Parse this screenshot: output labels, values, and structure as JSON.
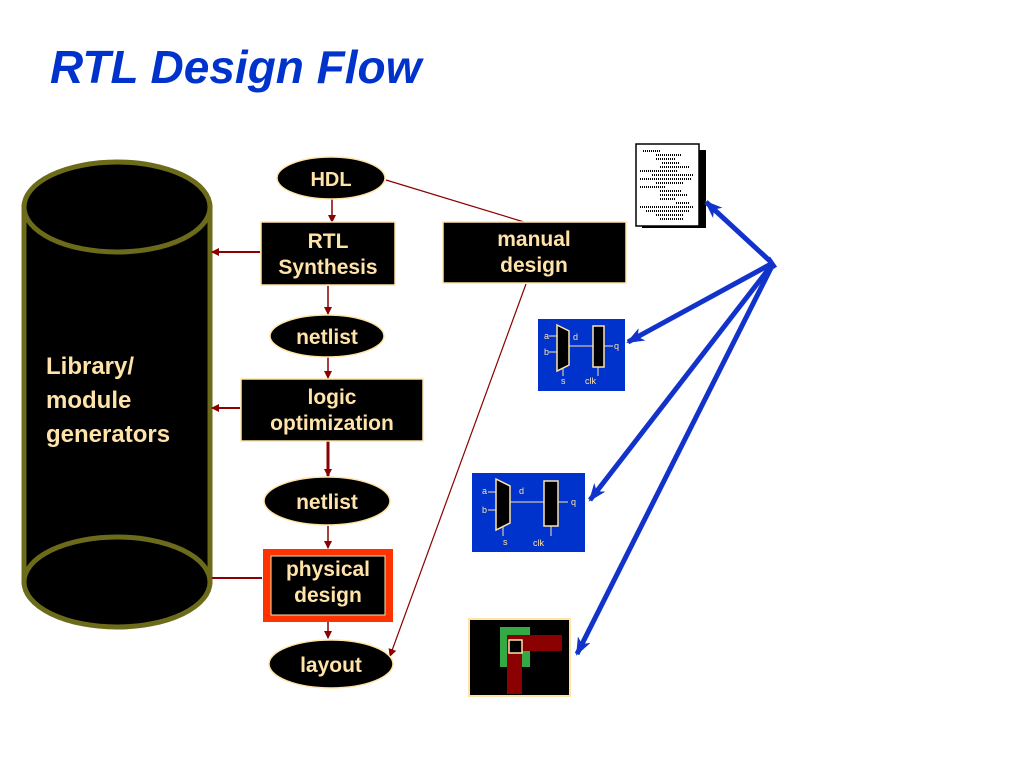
{
  "title": "RTL Design Flow",
  "library": {
    "line1": "Library/",
    "line2": "module",
    "line3": "generators"
  },
  "nodes": {
    "hdl": "HDL",
    "rtl_synthesis": {
      "line1": "RTL",
      "line2": "Synthesis"
    },
    "netlist1": "netlist",
    "logic_optimization": {
      "line1": "logic",
      "line2": "optimization"
    },
    "netlist2": "netlist",
    "physical_design": {
      "line1": "physical",
      "line2": "design"
    },
    "layout": "layout",
    "manual_design": {
      "line1": "manual",
      "line2": "design"
    }
  },
  "schematic": {
    "a": "a",
    "b": "b",
    "d": "d",
    "q": "q",
    "s": "s",
    "clk": "clk"
  },
  "colors": {
    "title": "#0033cc",
    "accent_arrow": "#1133cc",
    "flow_arrow": "#8b0000",
    "text": "#ffe3a8",
    "cylinder_rim": "#6b6b1a",
    "highlight": "#ff3300",
    "schematic_bg": "#0033cc"
  }
}
